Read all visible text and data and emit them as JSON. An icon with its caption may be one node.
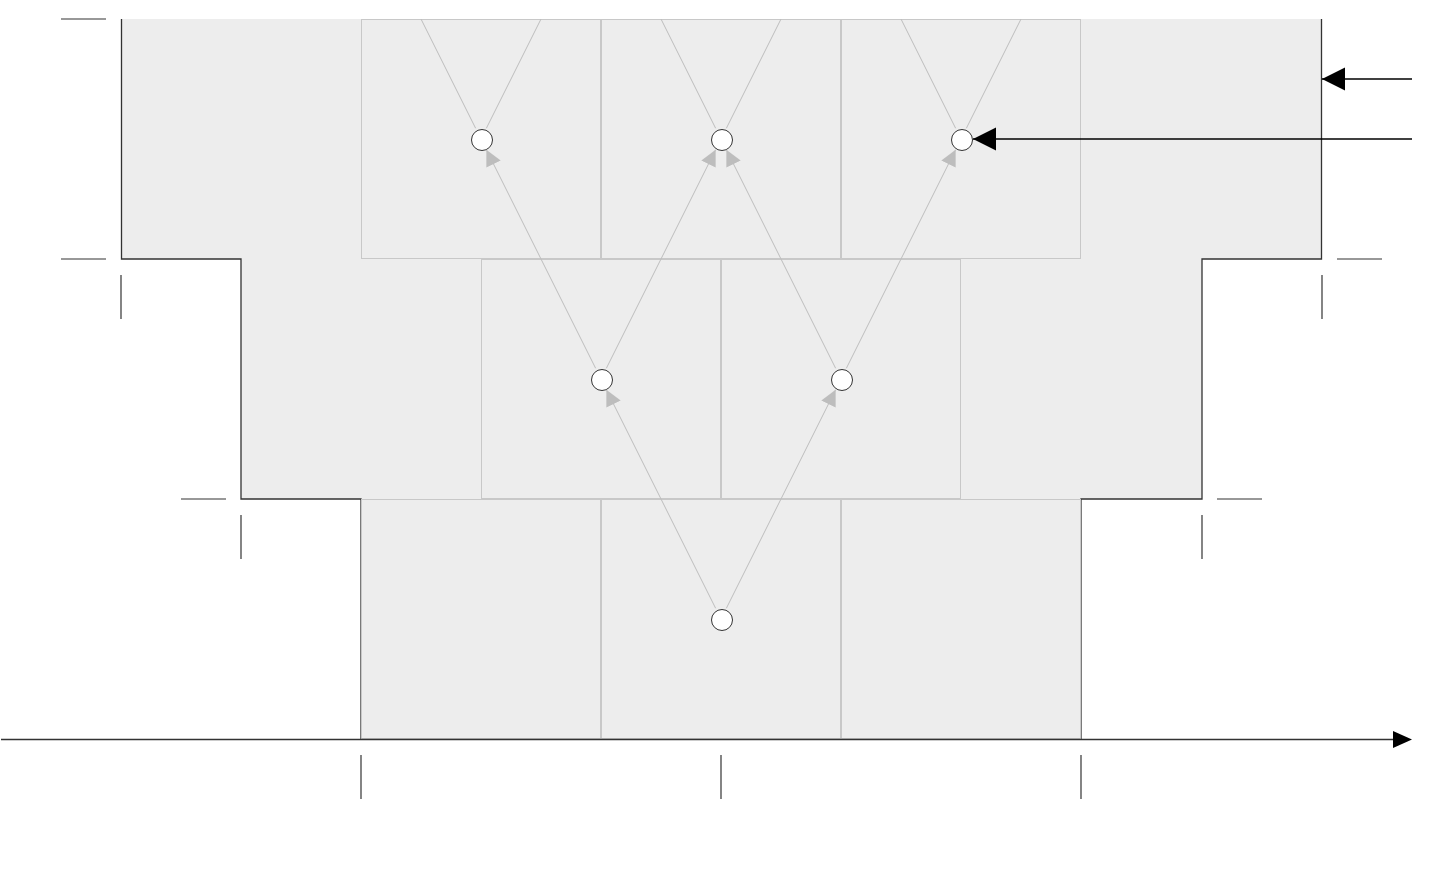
{
  "diagram": {
    "nodes": [
      {
        "text": [],
        "shape": "band"
      },
      {
        "text": [],
        "shape": "box",
        "in": 0
      },
      {
        "text": [],
        "shape": "box",
        "in": 0
      },
      {
        "text": [],
        "shape": "box",
        "in": 0
      },
      {
        "text": [],
        "shape": "box",
        "in": 0
      },
      {
        "text": [],
        "shape": "box",
        "in": 0
      },
      {
        "text": [],
        "shape": "box",
        "in": 0
      },
      {
        "text": [],
        "shape": "box",
        "in": 0
      },
      {
        "text": [],
        "shape": "box",
        "in": 0
      },
      {
        "text": [],
        "shape": "circle",
        "in": 1
      },
      {
        "text": [],
        "shape": "circle",
        "in": 2
      },
      {
        "text": [],
        "shape": "circle",
        "in": 3
      },
      {
        "text": [],
        "shape": "circle",
        "in": 4
      },
      {
        "text": [],
        "shape": "circle",
        "in": 5
      },
      {
        "text": [],
        "shape": "circle",
        "in": 7
      }
    ],
    "edges": [
      {
        "from": 9,
        "to": null,
        "arrow": "none"
      },
      {
        "from": 9,
        "to": null,
        "arrow": "none"
      },
      {
        "from": 10,
        "to": null,
        "arrow": "none"
      },
      {
        "from": 10,
        "to": null,
        "arrow": "none"
      },
      {
        "from": 11,
        "to": null,
        "arrow": "none"
      },
      {
        "from": 11,
        "to": null,
        "arrow": "none"
      },
      {
        "from": null,
        "to": 0,
        "arrow": "to",
        "color": "#000000"
      },
      {
        "from": null,
        "to": 11,
        "arrow": "to",
        "color": "#000000"
      },
      {
        "from": 12,
        "to": 9,
        "arrow": "to"
      },
      {
        "from": 12,
        "to": 10,
        "arrow": "to"
      },
      {
        "from": 13,
        "to": 10,
        "arrow": "to"
      },
      {
        "from": 13,
        "to": 11,
        "arrow": "to"
      },
      {
        "from": 14,
        "to": 12,
        "arrow": "to"
      },
      {
        "from": 14,
        "to": 13,
        "arrow": "to"
      }
    ]
  }
}
